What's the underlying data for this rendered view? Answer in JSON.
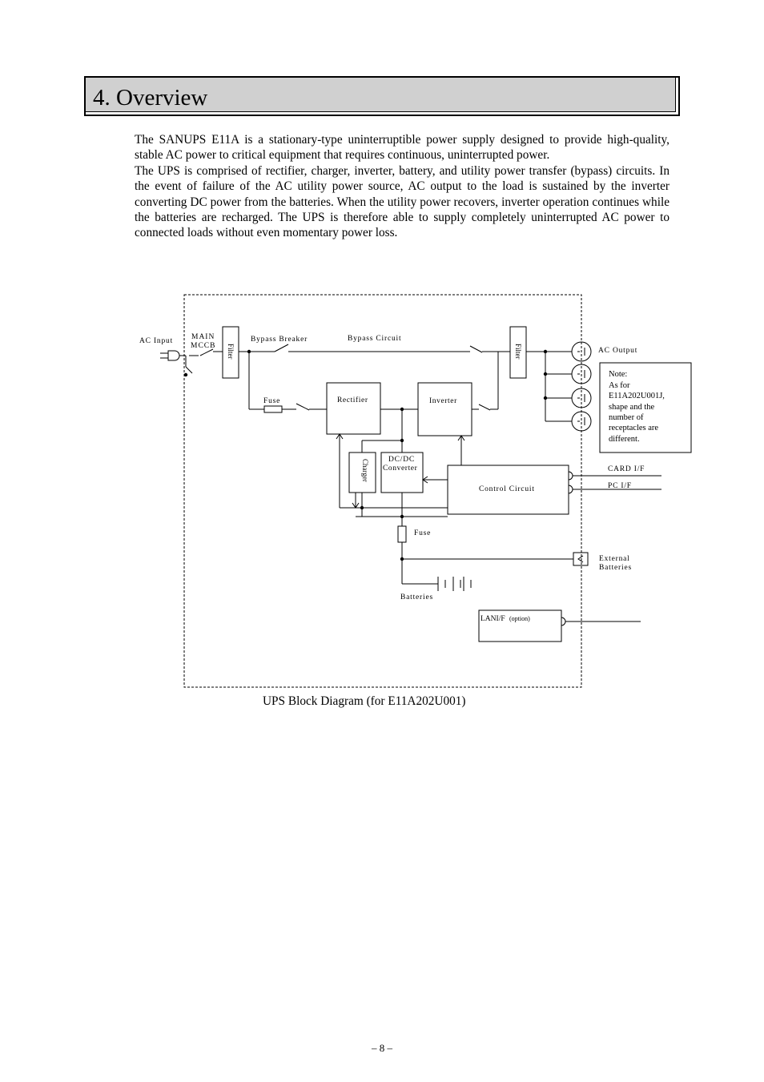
{
  "section": {
    "title": "4. Overview"
  },
  "intro": {
    "paragraph1": "The SANUPS E11A is a stationary-type uninterruptible power supply designed to provide high-quality, stable AC power to critical equipment that requires continuous, uninterrupted power.",
    "paragraph2": "The UPS is comprised of rectifier, charger, inverter, battery, and utility power transfer (bypass) circuits. In the event of failure of the AC utility power source, AC output to the load is sustained by the inverter converting DC power from the batteries. When the utility power recovers, inverter operation continues while the batteries are recharged. The UPS is therefore able to supply completely uninterrupted AC power to connected loads without even momentary power loss."
  },
  "diagram": {
    "ac_input": "AC Input",
    "main_mccb_1": "MAIN",
    "main_mccb_2": "MCCB",
    "filter_left": "Filter",
    "bypass_breaker": "Bypass Breaker",
    "bypass_circuit": "Bypass Circuit",
    "filter_right": "Filter",
    "ac_output": "AC Output",
    "note_lines": [
      "Note:",
      "As for",
      "E11A202U001J,",
      "shape and the",
      "number of",
      "receptacles are",
      "different."
    ],
    "fuse_top": "Fuse",
    "rectifier": "Rectifier",
    "inverter": "Inverter",
    "charger": "Charger",
    "dcdc_1": "DC/DC",
    "dcdc_2": "Converter",
    "control_circuit": "Control Circuit",
    "card_if": "CARD I/F",
    "pc_if": "PC I/F",
    "fuse_bottom": "Fuse",
    "external_batteries_1": "External",
    "external_batteries_2": "Batteries",
    "batteries": "Batteries",
    "lan_if": "LANI/F",
    "lan_option": "(option)"
  },
  "caption": "UPS Block Diagram (for E11A202U001)",
  "page_number": "– 8 –"
}
